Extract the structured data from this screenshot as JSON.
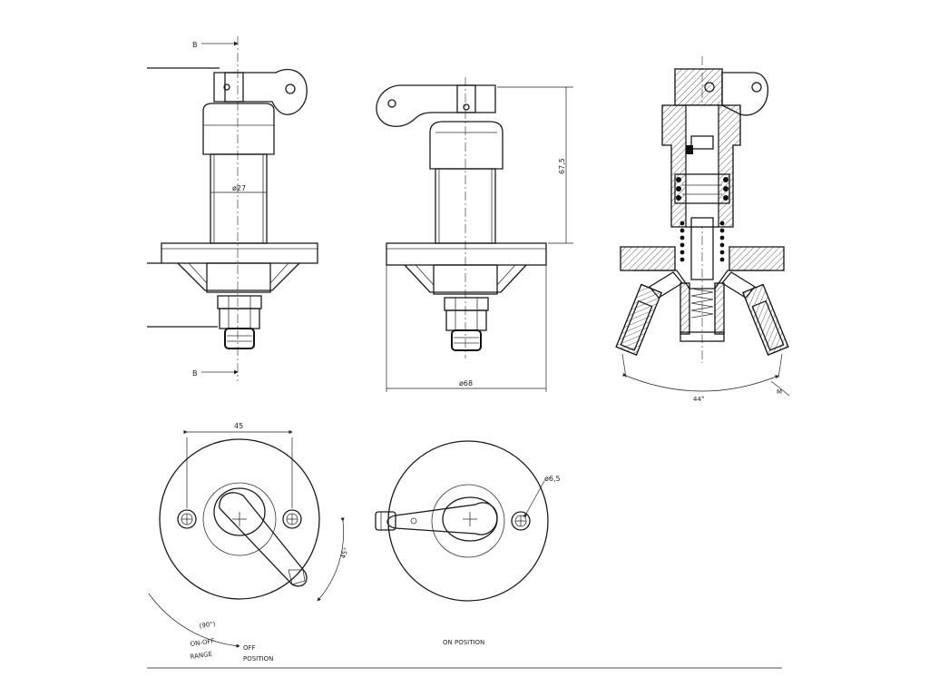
{
  "labels": {
    "section_mark": "B",
    "dia_27": "ø27",
    "height_67_5": "67,5",
    "dia_68": "ø68",
    "angle_44": "44°",
    "thread_m": "M",
    "dim_45": "45",
    "dia_6_5": "ø6,5",
    "angle_45": "45°",
    "off_range_1": "(90°)",
    "off_range_2": "ON-OFF",
    "off_range_3": "RANGE",
    "off_position_1": "OFF",
    "off_position_2": "POSITION",
    "on_position": "ON POSITION"
  }
}
